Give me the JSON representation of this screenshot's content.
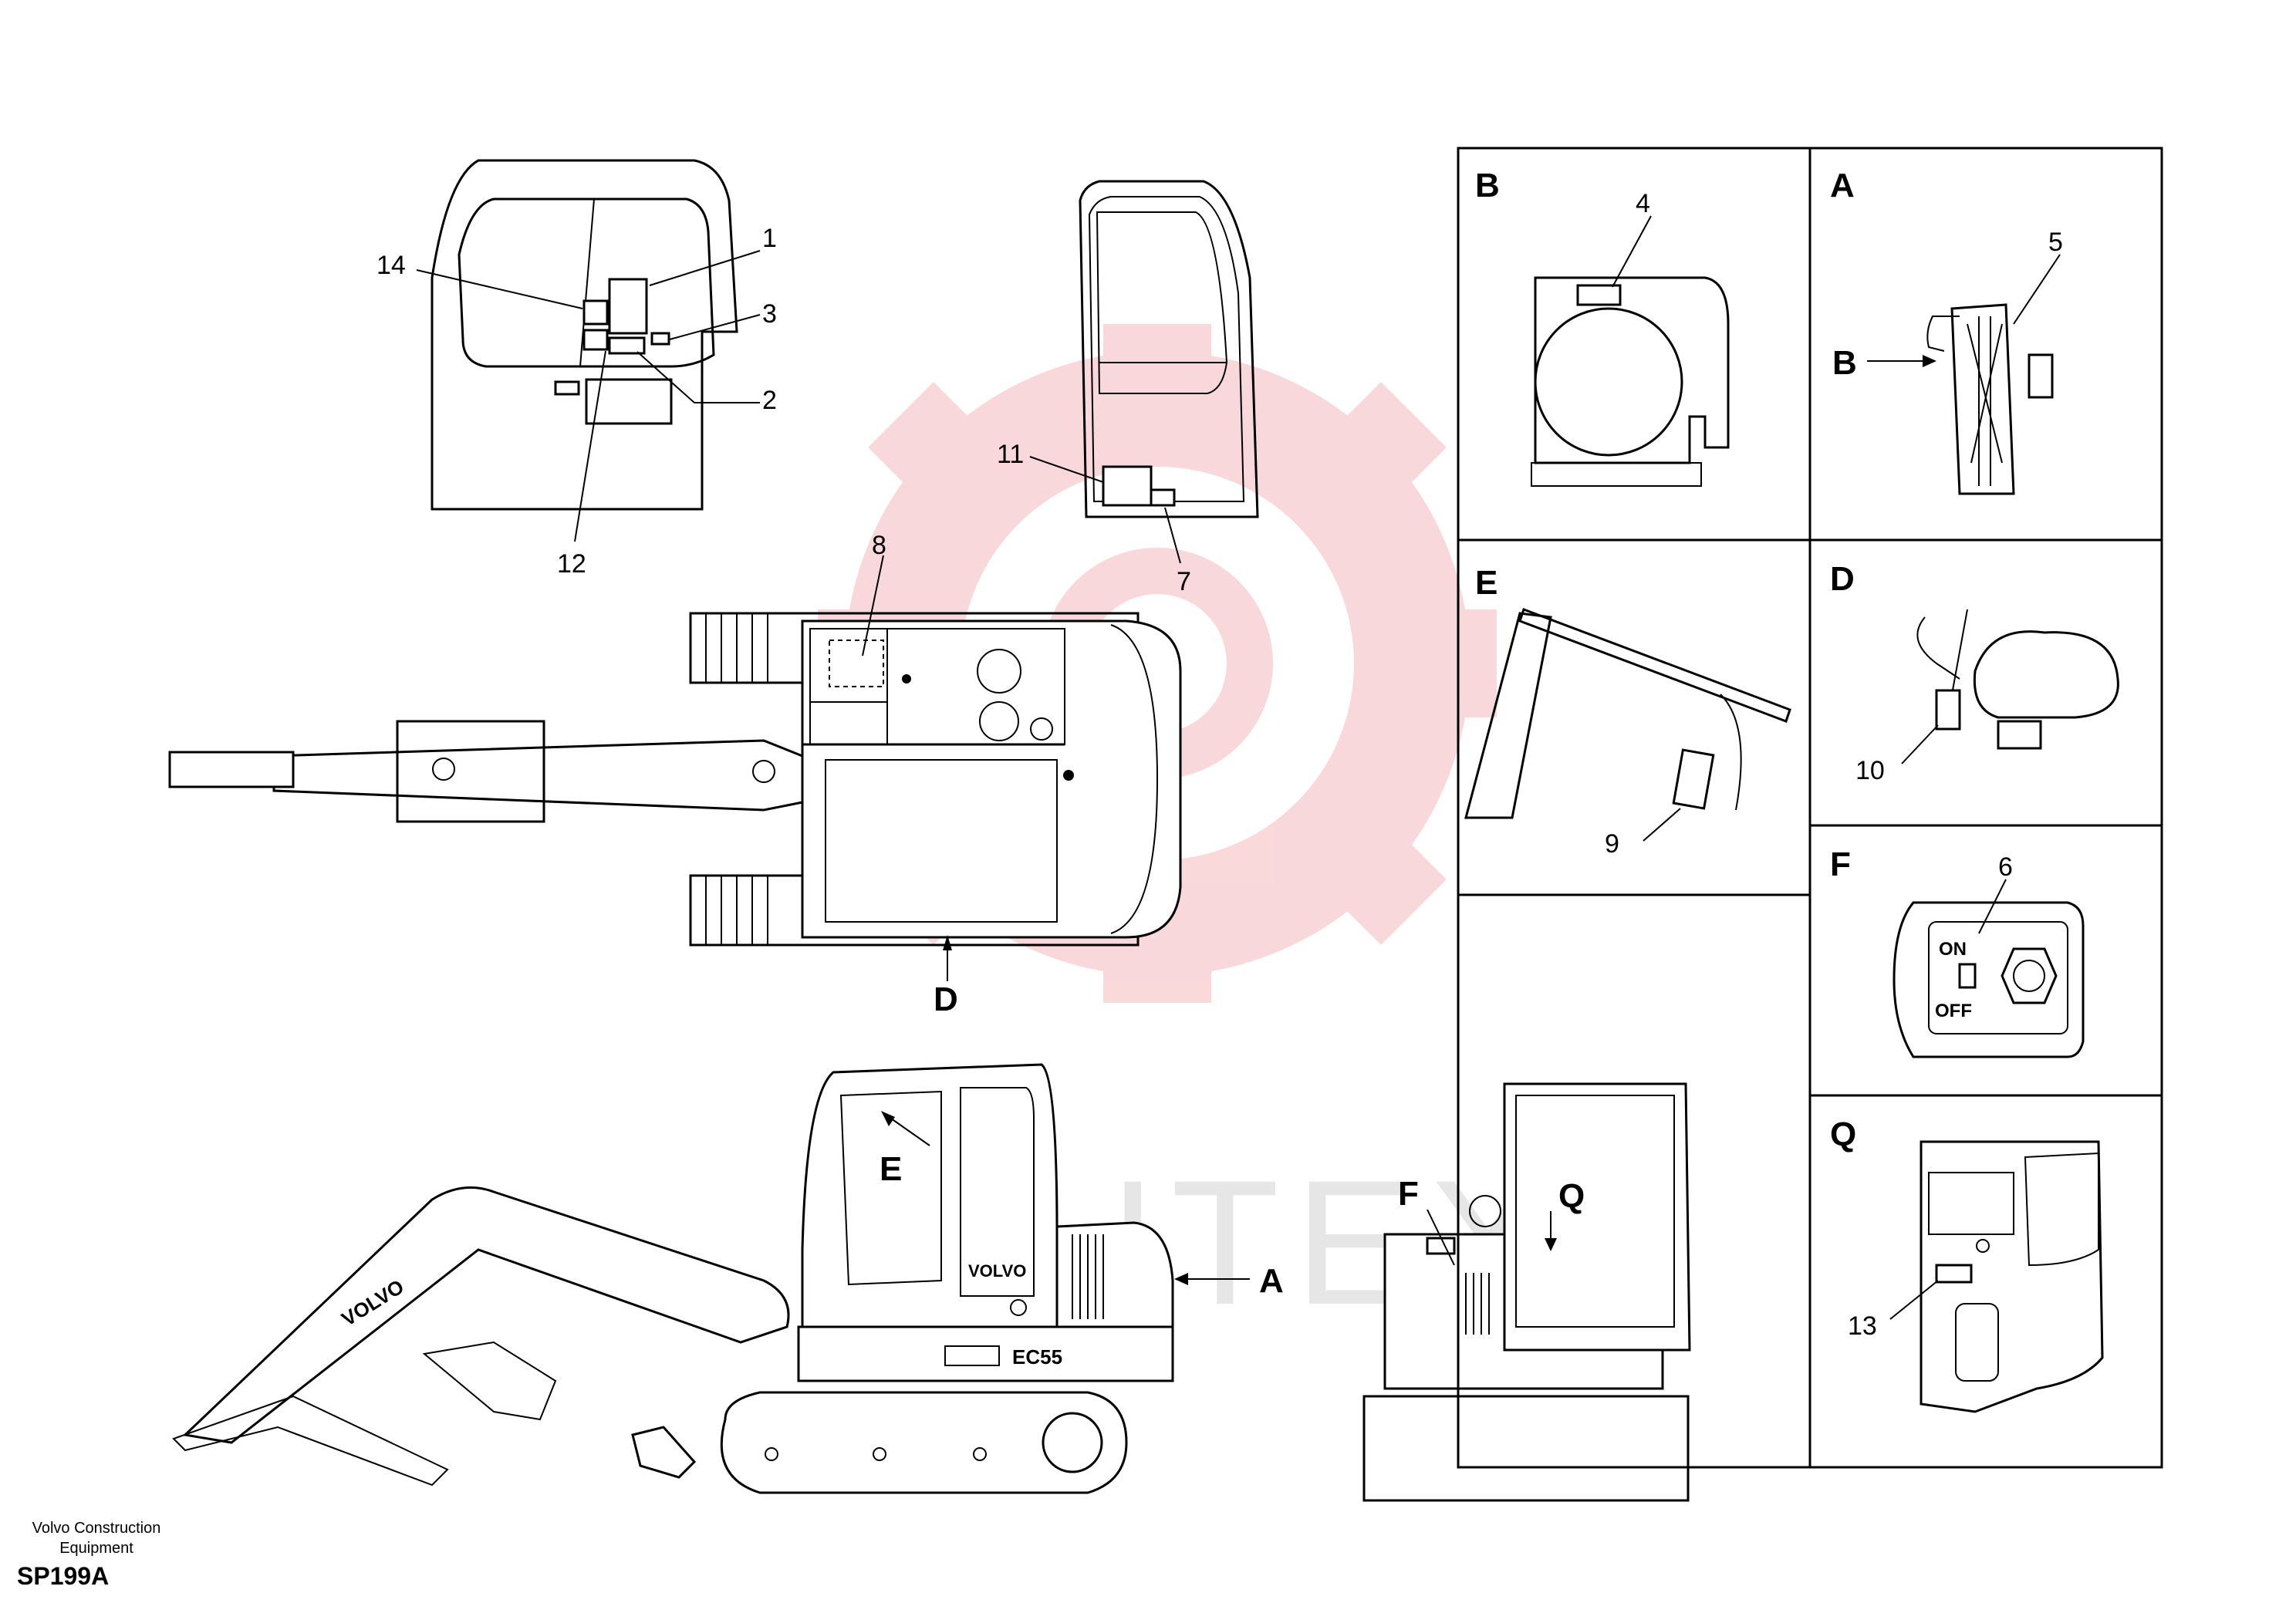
{
  "watermark": {
    "text": "MHTEX",
    "gear_color": "#f4c6c8"
  },
  "views": {
    "top_view_label": "D",
    "side_view_arrow_E": "E",
    "side_view_arrow_A": "A",
    "rear_view_F": "F",
    "rear_view_Q": "Q"
  },
  "callouts": {
    "c1": "1",
    "c2": "2",
    "c3": "3",
    "c4": "4",
    "c5": "5",
    "c6": "6",
    "c7": "7",
    "c8": "8",
    "c9": "9",
    "c10": "10",
    "c11": "11",
    "c12": "12",
    "c13": "13",
    "c14": "14"
  },
  "detail_panels": {
    "B": {
      "title": "B"
    },
    "A": {
      "title": "A",
      "pointer": "B"
    },
    "E": {
      "title": "E"
    },
    "D": {
      "title": "D"
    },
    "F": {
      "title": "F",
      "switch_on": "ON",
      "switch_off": "OFF"
    },
    "Q": {
      "title": "Q"
    }
  },
  "machine_text": {
    "brand_boom": "VOLVO",
    "brand_cab": "VOLVO",
    "model": "EC55"
  },
  "footer": {
    "company_line1": "Volvo Construction",
    "company_line2": "Equipment",
    "code": "SP199A"
  }
}
